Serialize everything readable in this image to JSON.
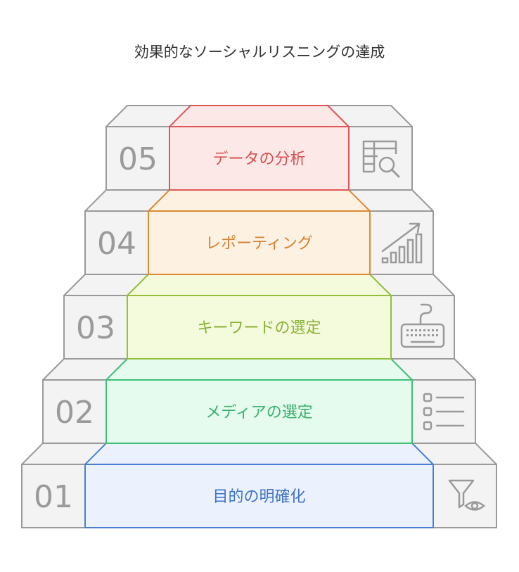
{
  "title": "効果的なソーシャルリスニングの達成",
  "steps": [
    {
      "number": "01",
      "label": "目的の明確化",
      "icon": "funnel-eye-icon",
      "stroke": "#4a7fd4",
      "fill": "#ecf2fd",
      "textColor": "#3f73c8"
    },
    {
      "number": "02",
      "label": "メディアの選定",
      "icon": "list-icon",
      "stroke": "#3fbf78",
      "fill": "#e4fbee",
      "textColor": "#3bb06e"
    },
    {
      "number": "03",
      "label": "キーワードの選定",
      "icon": "keyboard-icon",
      "stroke": "#93bf3a",
      "fill": "#f4fbdc",
      "textColor": "#8ab234"
    },
    {
      "number": "04",
      "label": "レポーティング",
      "icon": "bar-chart-up-icon",
      "stroke": "#dd8a33",
      "fill": "#fdf1e1",
      "textColor": "#d58230"
    },
    {
      "number": "05",
      "label": "データの分析",
      "icon": "table-search-icon",
      "stroke": "#de5757",
      "fill": "#fde8e8",
      "textColor": "#d64f4f"
    }
  ]
}
